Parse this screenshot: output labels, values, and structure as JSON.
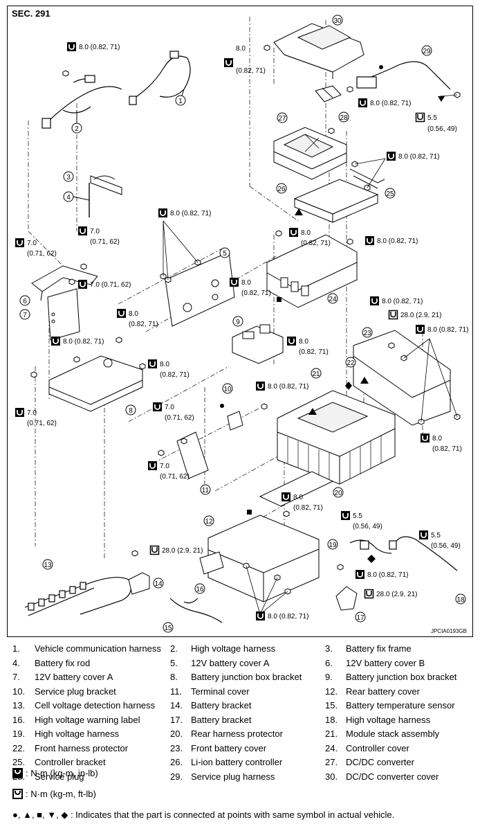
{
  "header": {
    "section": "SEC. 291",
    "reference": "JPCIA0193GB"
  },
  "torques": {
    "t80": "8.0 (0.82, 71)",
    "t80a": "8.0",
    "t80b": "(0.82, 71)",
    "t70": "7.0",
    "t70b": "(0.71, 62)",
    "t70full": "7.0 (0.71, 62)",
    "t55": "5.5",
    "t55b": "(0.56, 49)",
    "t280": "28.0 (2.9, 21)"
  },
  "parts": [
    {
      "n": "1.",
      "name": "Vehicle communication harness"
    },
    {
      "n": "2.",
      "name": "High voltage harness"
    },
    {
      "n": "3.",
      "name": "Battery fix frame"
    },
    {
      "n": "4.",
      "name": "Battery fix rod"
    },
    {
      "n": "5.",
      "name": "12V battery cover A"
    },
    {
      "n": "6.",
      "name": "12V battery cover B"
    },
    {
      "n": "7.",
      "name": "12V battery cover A"
    },
    {
      "n": "8.",
      "name": "Battery junction box bracket"
    },
    {
      "n": "9.",
      "name": "Battery junction box bracket"
    },
    {
      "n": "10.",
      "name": "Service plug bracket"
    },
    {
      "n": "11.",
      "name": "Terminal cover"
    },
    {
      "n": "12.",
      "name": "Rear battery cover"
    },
    {
      "n": "13.",
      "name": "Cell voltage detection harness"
    },
    {
      "n": "14.",
      "name": "Battery bracket"
    },
    {
      "n": "15.",
      "name": "Battery temperature sensor"
    },
    {
      "n": "16.",
      "name": "High voltage warning label"
    },
    {
      "n": "17.",
      "name": "Battery bracket"
    },
    {
      "n": "18.",
      "name": "High voltage harness"
    },
    {
      "n": "19.",
      "name": "High voltage harness"
    },
    {
      "n": "20.",
      "name": "Rear harness protector"
    },
    {
      "n": "21.",
      "name": "Module stack assembly"
    },
    {
      "n": "22.",
      "name": "Front harness protector"
    },
    {
      "n": "23.",
      "name": "Front battery cover"
    },
    {
      "n": "24.",
      "name": "Controller cover"
    },
    {
      "n": "25.",
      "name": "Controller bracket"
    },
    {
      "n": "26.",
      "name": "Li-ion battery controller"
    },
    {
      "n": "27.",
      "name": "DC/DC converter"
    },
    {
      "n": "28.",
      "name": "Service plug"
    },
    {
      "n": "29.",
      "name": "Service plug harness"
    },
    {
      "n": "30.",
      "name": "DC/DC converter cover"
    }
  ],
  "legend": {
    "nm_kgm_inlb": ": N·m (kg-m, in-lb)",
    "nm_kgm_ftlb": ": N·m (kg-m, ft-lb)",
    "symbols": "●, ▲, ■, ▼, ◆ : Indicates that the part is connected at points with same symbol in actual vehicle."
  }
}
